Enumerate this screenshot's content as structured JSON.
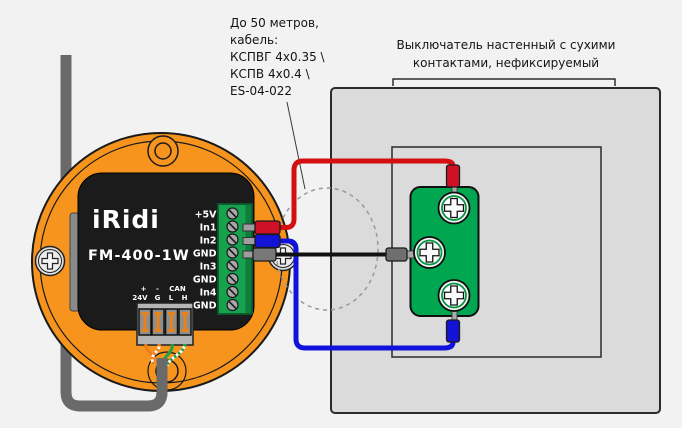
{
  "annotations": {
    "cable_note_lines": [
      "До 50 метров,",
      "кабель:",
      "КСПВГ 4x0.35 \\",
      "КСПВ 4x0.4 \\",
      "ES-04-022"
    ],
    "switch_note_lines": [
      "Выключатель настенный с сухими",
      "контактами, нефиксируемый"
    ]
  },
  "device": {
    "brand": "iRidi",
    "model": "FM-400-1W",
    "terminal_labels": [
      "+5V",
      "In1",
      "In2",
      "GND",
      "In3",
      "GND",
      "In4",
      "GND"
    ],
    "can_row1": [
      "+",
      "-",
      "CAN"
    ],
    "can_row2": [
      "24V",
      "G",
      "L",
      "H"
    ]
  },
  "colors": {
    "background": "#F2F2F2",
    "device_orange": "#F7941E",
    "module_black": "#1B1B1B",
    "terminal_block_green": "#16A24F",
    "switch_green": "#00A650",
    "wire_red": "#D30F12",
    "wire_blue": "#1212DD",
    "wire_black": "#111111",
    "conduit_gray": "#6A6A6A",
    "wall_plate_gray": "#DBDBDB"
  }
}
